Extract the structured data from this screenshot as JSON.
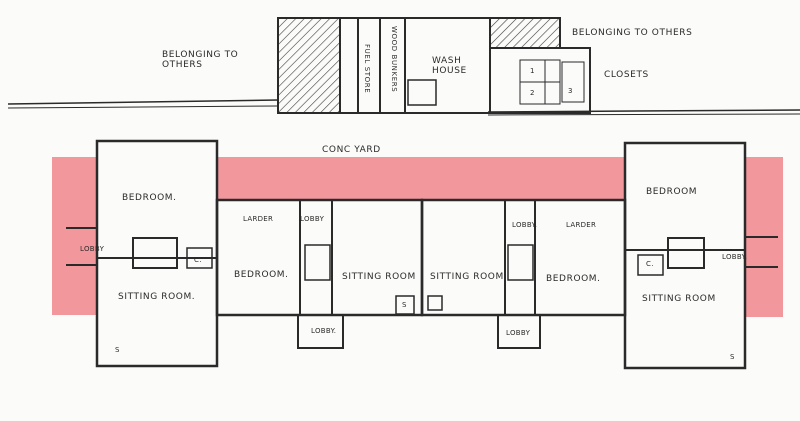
{
  "labels": {
    "belonging_to_others_left": "BELONGING TO\nOTHERS",
    "belonging_to_others_right": "BELONGING TO OTHERS",
    "fuel_store": "FUEL STORE",
    "wood_bunkers": "WOOD BUNKERS",
    "wash_house": "WASH\nHOUSE",
    "closets": "CLOSETS",
    "conc_yard": "CONC YARD",
    "bedroom_upper_left": "BEDROOM.",
    "lobby_left": "LOBBY",
    "sitting_room_left": "SITTING ROOM.",
    "larder_left": "LARDER",
    "lobby_inner_left": "LOBBY",
    "bedroom_mid_left": "BEDROOM.",
    "sitting_room_mid_left": "SITTING ROOM",
    "lobby_bottom_left": "LOBBY.",
    "sitting_room_mid_right": "SITTING ROOM.",
    "lobby_inner_right": "LOBBY.",
    "larder_right": "LARDER",
    "bedroom_mid_right": "BEDROOM.",
    "lobby_bottom_right": "LOBBY",
    "bedroom_upper_right": "BEDROOM",
    "lobby_right": "LOBBY.",
    "sitting_room_right": "SITTING ROOM",
    "c_left": "C.",
    "c_right": "C.",
    "s_left": "S",
    "s_mid": "S",
    "s_right": "S",
    "closet_1": "1",
    "closet_2": "2",
    "closet_3": "3"
  },
  "colors": {
    "highlight": "#f07f86",
    "ink": "#2a2a2a",
    "paper": "#fbfbf9"
  }
}
